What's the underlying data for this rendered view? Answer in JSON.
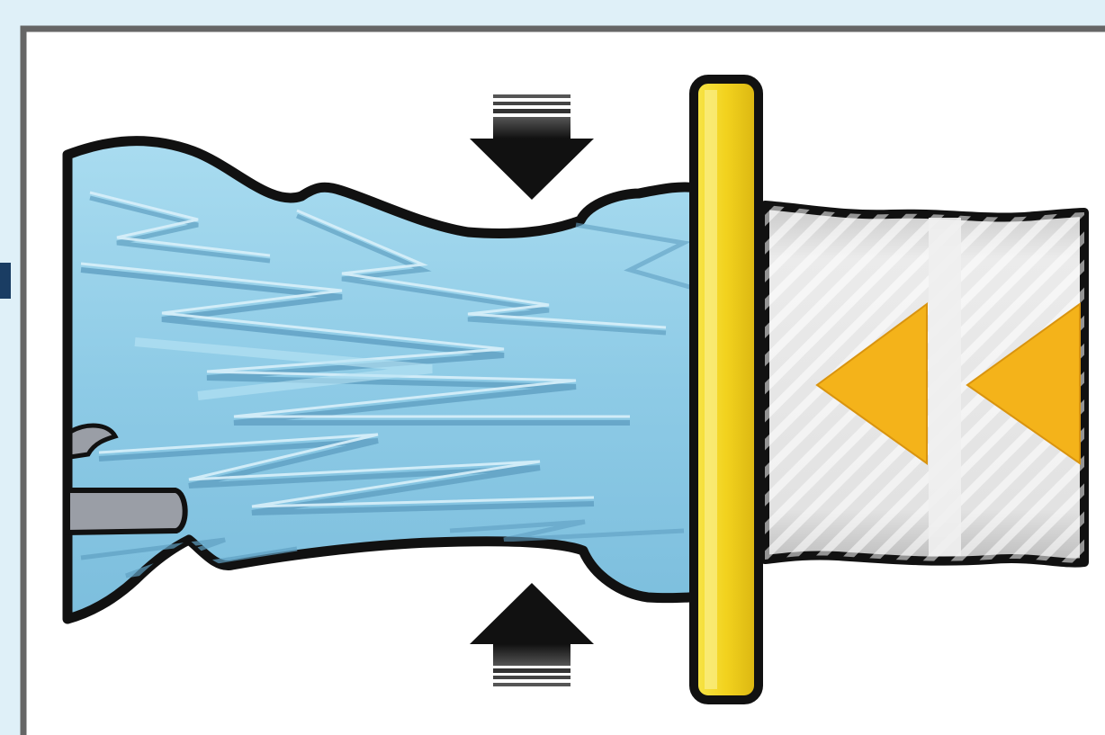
{
  "diagram": {
    "description_labels": [],
    "parts": {
      "foam_body": {
        "color": "#8ecbe6",
        "icon": "compressed-foam"
      },
      "ring": {
        "color": "#f2d21e",
        "icon": "yellow-retaining-ring"
      },
      "sleeve": {
        "color": "#d9d9d9",
        "icon": "striped-sleeve"
      },
      "direction_arrows": {
        "color": "#f4b31a",
        "icon": "orange-left-chevrons",
        "count": 2
      },
      "compression_arrows": {
        "color": "#222222",
        "icon": "black-arrows",
        "count": 2
      },
      "rod": {
        "color": "#9a9ea6",
        "icon": "grey-rod"
      }
    },
    "colors": {
      "background": "#dff0f8",
      "panel": "#ffffff",
      "frame": "#666666",
      "outline": "#111111",
      "left_marker": "#1a3d63"
    }
  }
}
